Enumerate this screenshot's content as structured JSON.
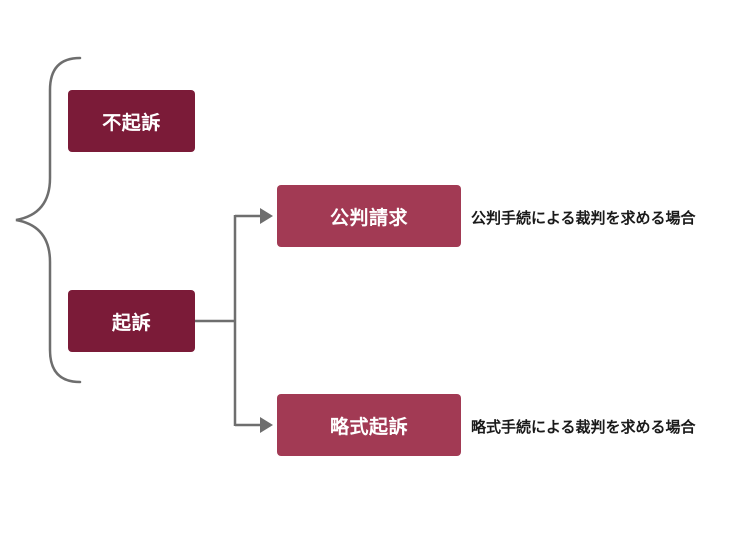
{
  "diagram": {
    "nodes": {
      "fukiso": {
        "label": "不起訴"
      },
      "kiso": {
        "label": "起訴"
      },
      "kohan": {
        "label": "公判請求",
        "description": "公判手続による裁判を求める場合"
      },
      "ryakushiki": {
        "label": "略式起訴",
        "description": "略式手続による裁判を求める場合"
      }
    },
    "edges": [
      {
        "from": "kiso",
        "to": "kohan"
      },
      {
        "from": "kiso",
        "to": "ryakushiki"
      }
    ],
    "grouping": {
      "type": "brace",
      "members": [
        "fukiso",
        "kiso"
      ]
    },
    "colors": {
      "node_dark": "#7b1b38",
      "node_light": "#a23a54",
      "connector": "#6e6e6e",
      "text_light": "#ffffff",
      "text_dark": "#1a1a1a"
    }
  }
}
